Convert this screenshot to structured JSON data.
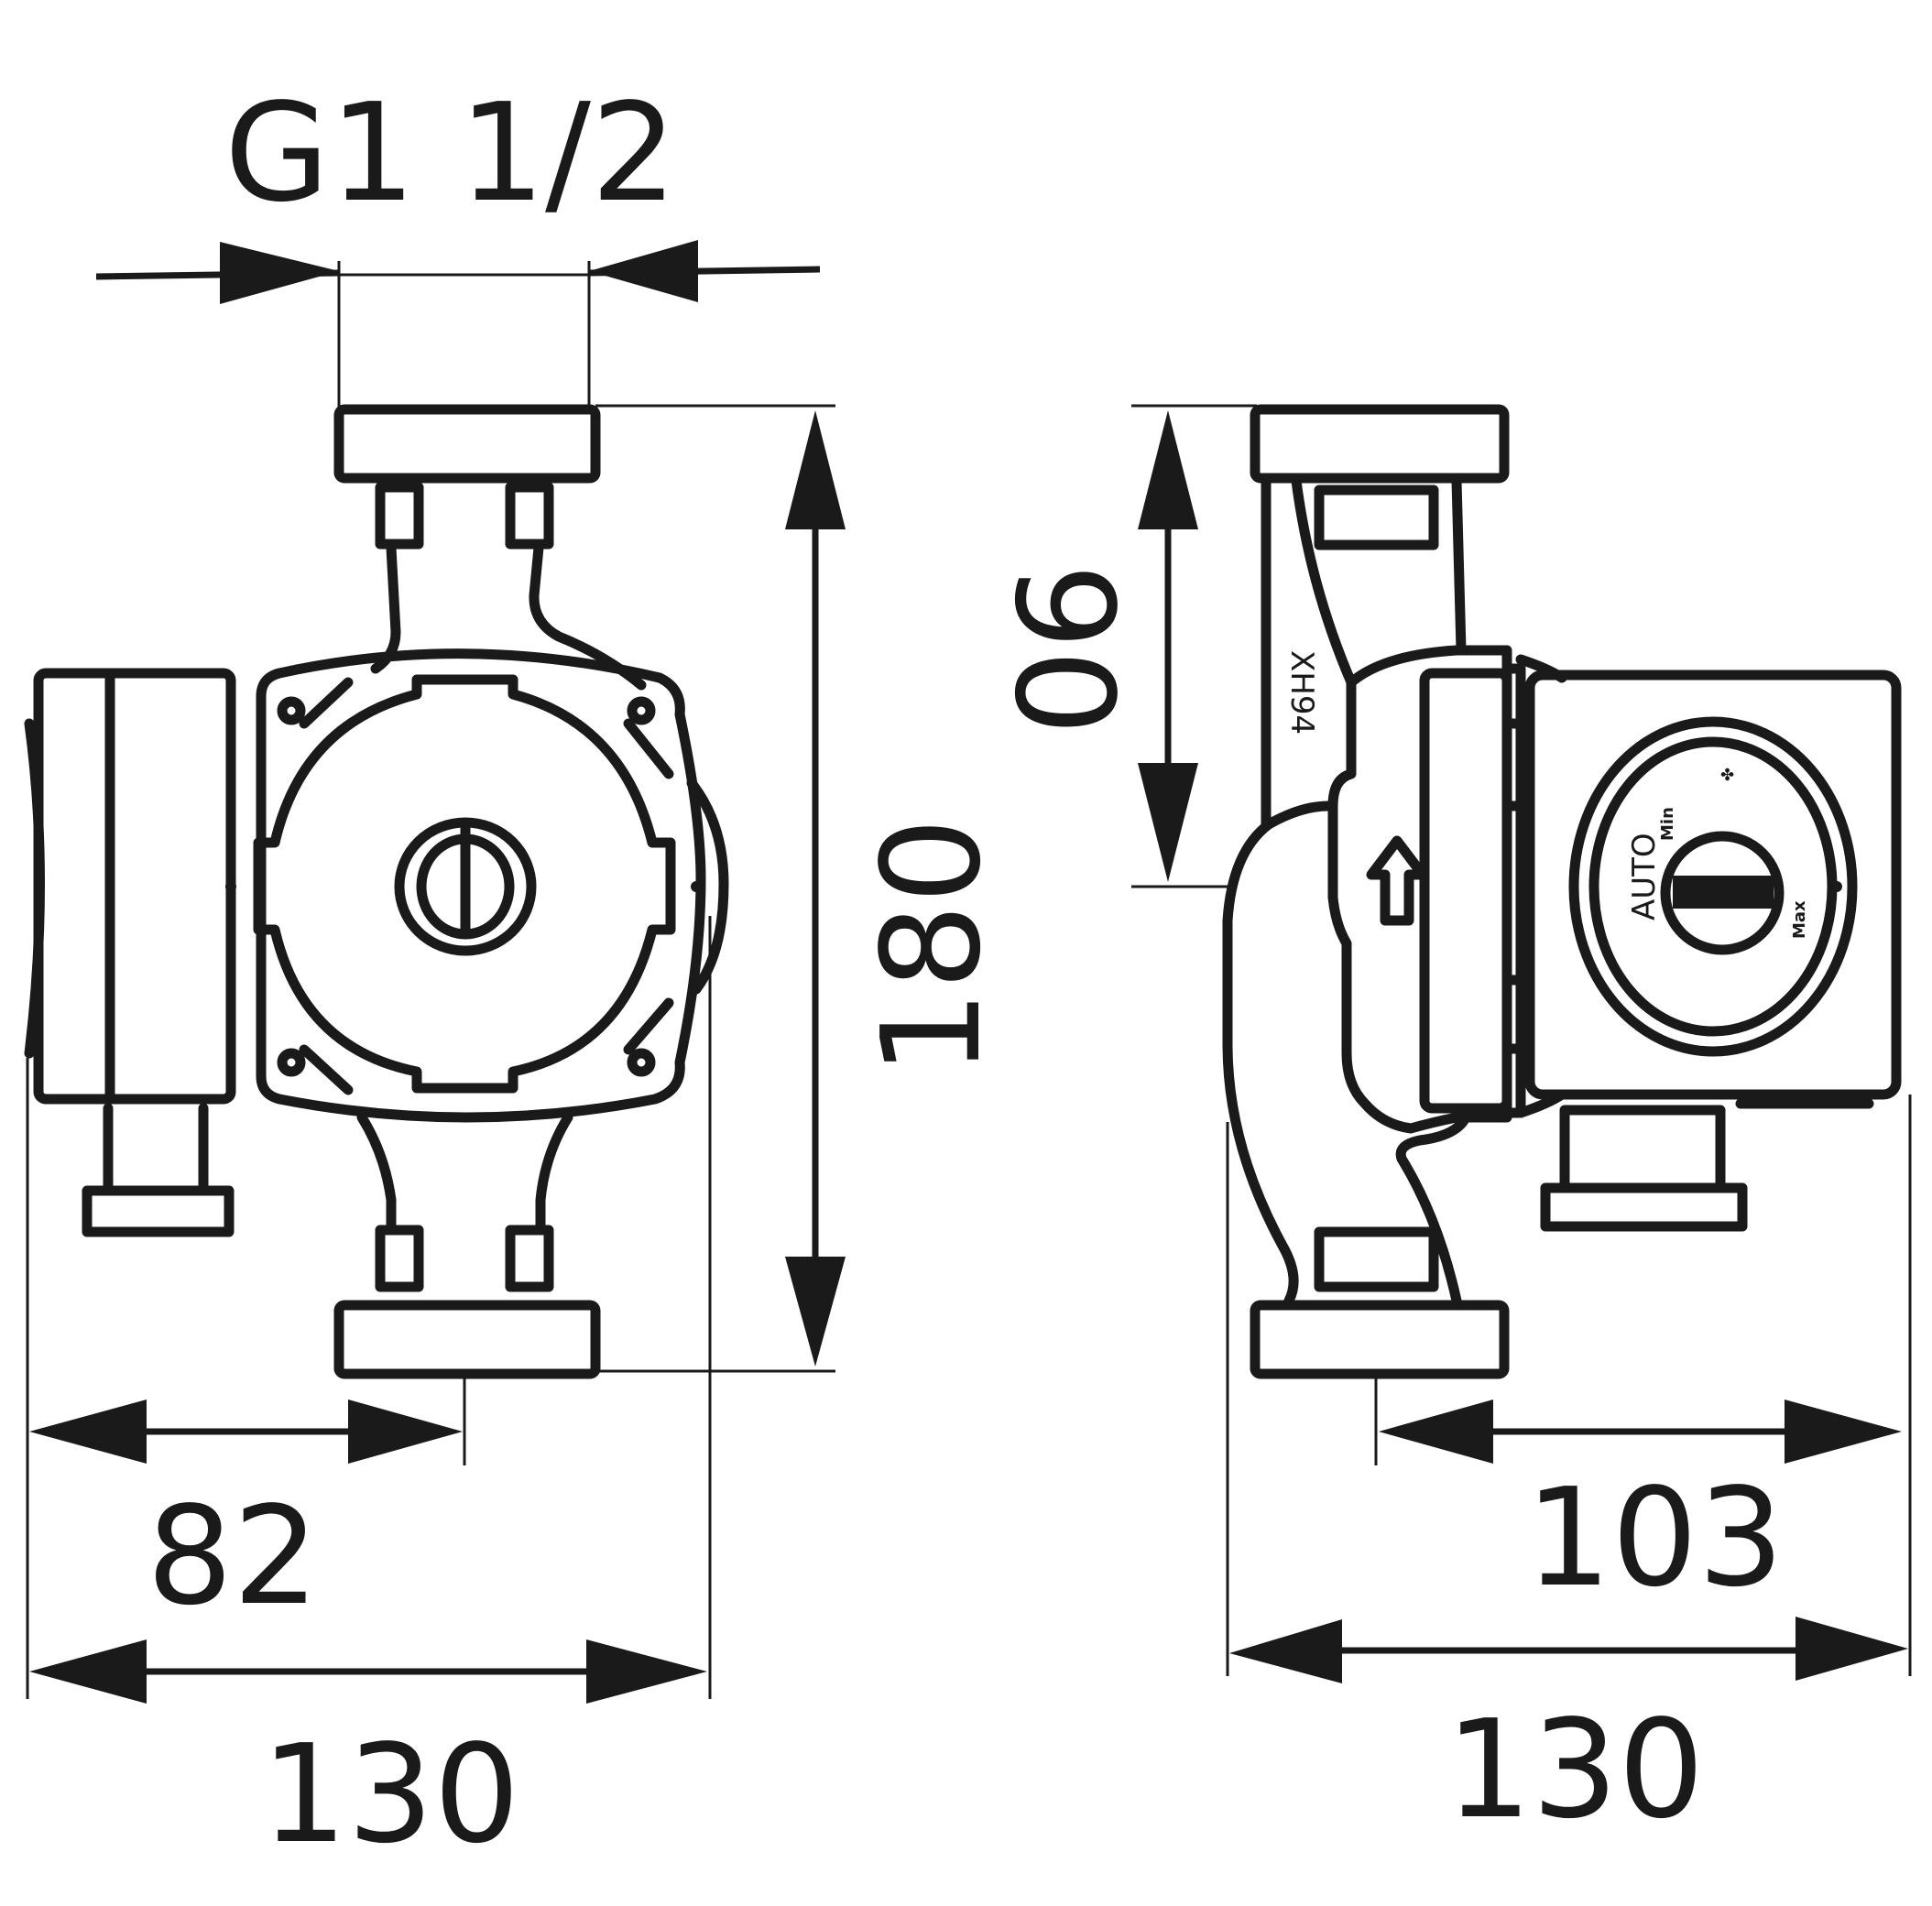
{
  "dimensions": {
    "thread": "G1 1/2",
    "height_total": "180",
    "axis_height": "90",
    "width_front_total": "130",
    "width_front_partial": "82",
    "width_side_total": "130",
    "width_side_partial": "103"
  },
  "control_panel": {
    "mode_auto": "AUTO",
    "mode_min": "Min",
    "mode_max": "Max"
  },
  "side_marking": "XH94",
  "colors": {
    "line": "#1a1a1a",
    "background": "#ffffff"
  }
}
